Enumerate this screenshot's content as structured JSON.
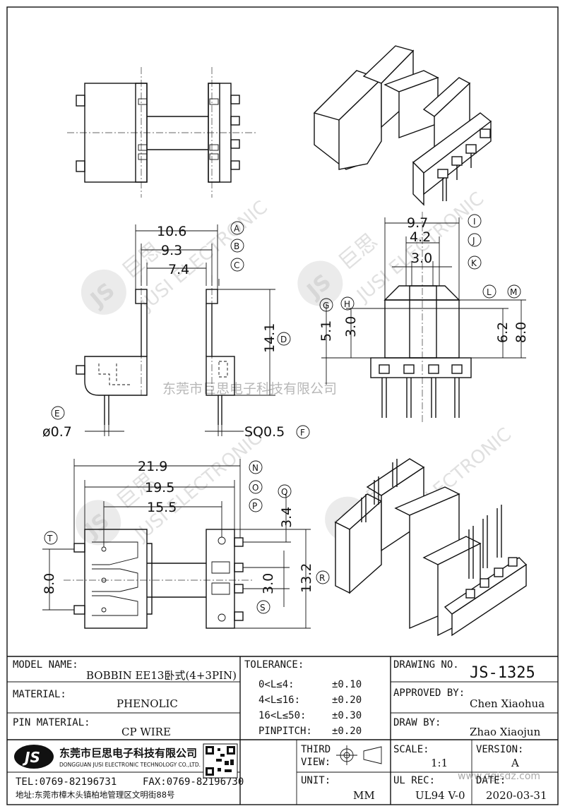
{
  "drawing": {
    "watermark_company": "东莞市巨思电子科技有限公司",
    "dims": {
      "d_10_6": "10.6",
      "d_9_3": "9.3",
      "d_7_4": "7.4",
      "d_14_1": "14.1",
      "d_phi07": "ø0.7",
      "d_sq05": "SQ0.5",
      "d_9_7": "9.7",
      "d_4_2": "4.2",
      "d_3_0a": "3.0",
      "d_5_1": "5.1",
      "d_3_0b": "3.0",
      "d_6_2": "6.2",
      "d_8_0a": "8.0",
      "d_21_9": "21.9",
      "d_19_5": "19.5",
      "d_15_5": "15.5",
      "d_3_4": "3.4",
      "d_8_0b": "8.0",
      "d_3_0c": "3.0",
      "d_13_2": "13.2"
    },
    "callouts": [
      "A",
      "B",
      "C",
      "D",
      "E",
      "F",
      "G",
      "H",
      "I",
      "J",
      "K",
      "L",
      "M",
      "N",
      "O",
      "P",
      "Q",
      "R",
      "S",
      "T"
    ]
  },
  "title_block": {
    "model_name_label": "MODEL NAME:",
    "model_name_value": "BOBBIN EE13卧式(4+3PIN)",
    "material_label": "MATERIAL:",
    "material_value": "PHENOLIC",
    "pin_material_label": "PIN MATERIAL:",
    "pin_material_value": "CP WIRE",
    "tolerance_label": "TOLERANCE:",
    "tolerances": [
      {
        "range": "0<L≤4:",
        "value": "±0.10"
      },
      {
        "range": "4<L≤16:",
        "value": "±0.20"
      },
      {
        "range": "16<L≤50:",
        "value": "±0.30"
      },
      {
        "range": "PINPITCH:",
        "value": "±0.20"
      }
    ],
    "drawing_no_label": "DRAWING NO.",
    "drawing_no_value": "JS-1325",
    "approved_by_label": "APPROVED BY:",
    "approved_by_value": "Chen Xiaohua",
    "draw_by_label": "DRAW BY:",
    "draw_by_value": "Zhao Xiaojun",
    "logo_text": "JS",
    "company_cn": "东莞市巨思电子科技有限公司",
    "company_en": "DONGGUAN JUSI ELECTRONIC TECHNOLOGY CO.,LTD.",
    "tel": "TEL:0769-82196731",
    "fax": "FAX:0769-82196730",
    "address": "地址:东莞市樟木头镇柏地管理区文明街88号",
    "third_view_label_1": "THIRD",
    "third_view_label_2": "VIEW:",
    "unit_label": "UNIT:",
    "unit_value": "MM",
    "scale_label": "SCALE:",
    "scale_value": "1:1",
    "version_label": "VERSION:",
    "version_value": "A",
    "ul_rec_label": "UL REC:",
    "ul_rec_value": "UL94 V-0",
    "date_label": "DATE:",
    "date_value": "2020-03-31",
    "website": "www.dgjsdz.com"
  }
}
